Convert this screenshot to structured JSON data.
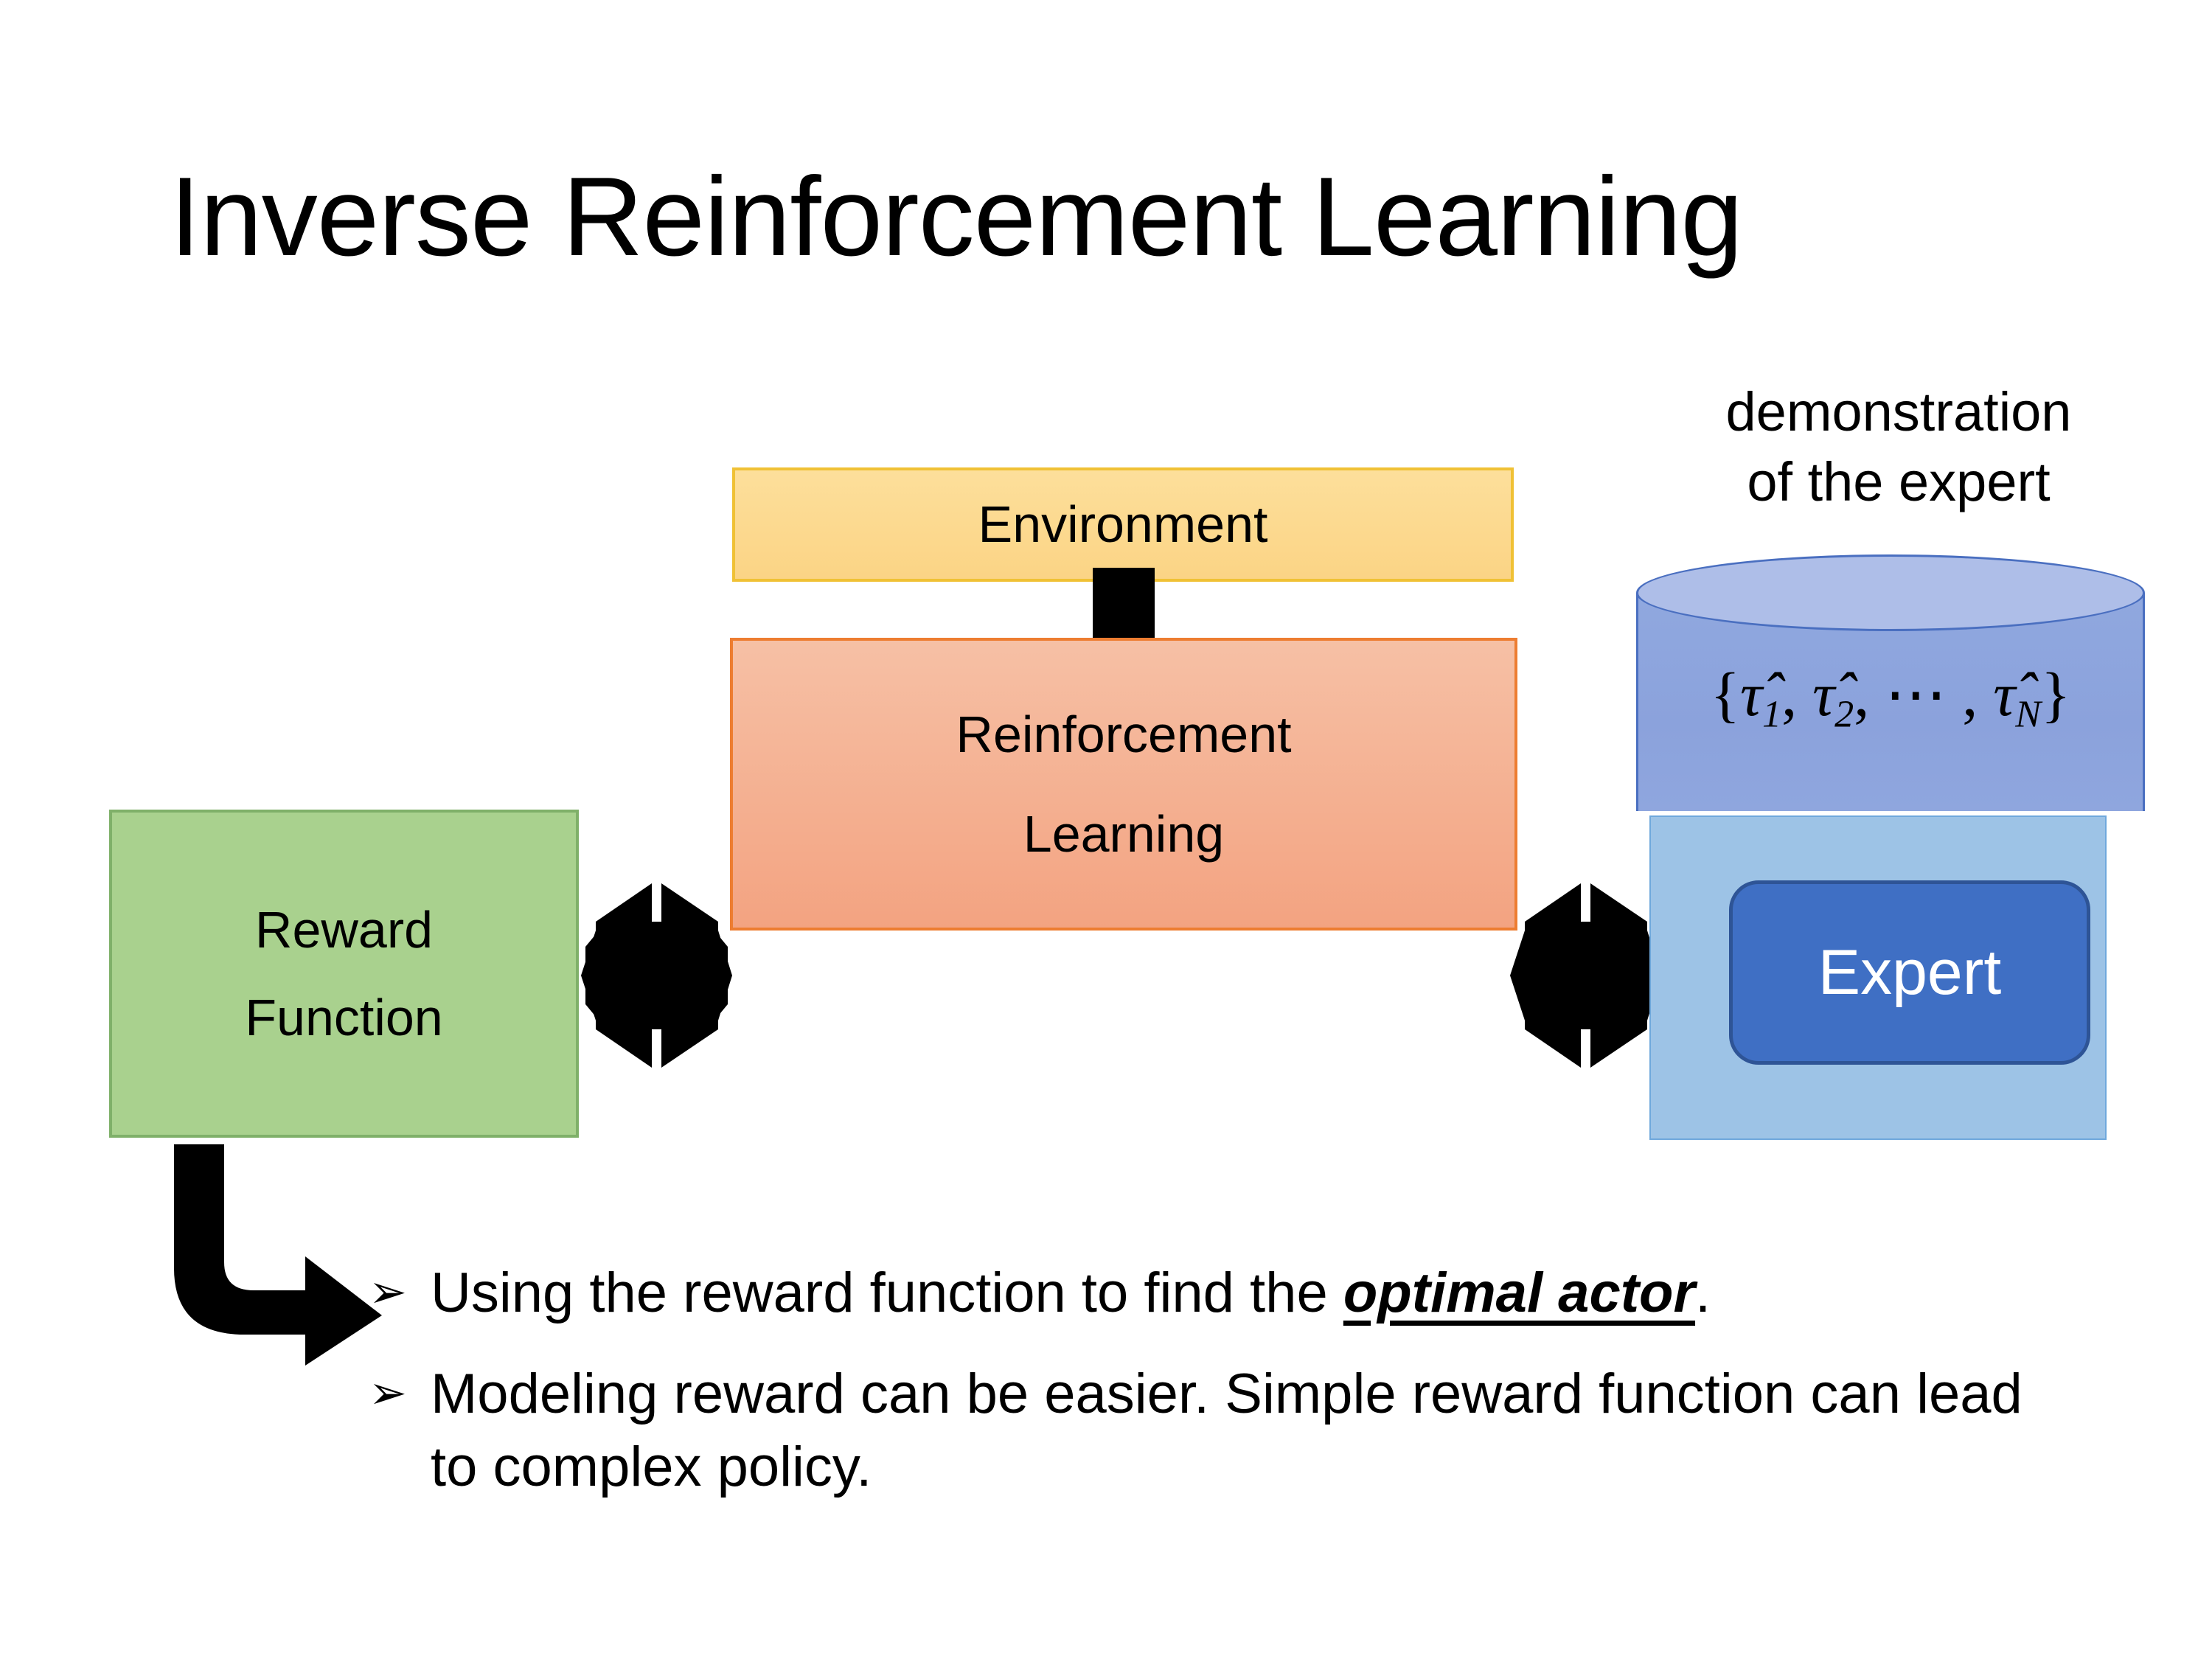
{
  "slide": {
    "title": "Inverse Reinforcement Learning",
    "background_color": "#FFFFFF"
  },
  "diagram": {
    "environment_box": {
      "label": "Environment",
      "fill_color": "#FBD485",
      "border_color": "#F0C135"
    },
    "rl_box": {
      "label_line1": "Reinforcement",
      "label_line2": "Learning",
      "fill_color": "#F3A381",
      "border_color": "#ED7D31"
    },
    "reward_box": {
      "label_line1": "Reward",
      "label_line2": "Function",
      "fill_color": "#A9D18E",
      "border_color": "#7FB069"
    },
    "expert_cluster": {
      "caption_line1": "demonstration",
      "caption_line2": "of the expert",
      "cylinder": {
        "formula_open": "{",
        "tau1": "τ̂",
        "sub1": "1",
        "sep1": ", ",
        "tau2": "τ̂",
        "sub2": "2",
        "sep2": ", ⋯ , ",
        "tauN": "τ̂",
        "subN": "N",
        "formula_close": "}",
        "fill_color": "#8BA2DC",
        "top_fill_color": "#AEBEE8",
        "border_color": "#4A6FC0"
      },
      "panel": {
        "fill_color": "#9DC3E6",
        "border_color": "#6FA8DC"
      },
      "expert_button": {
        "label": "Expert",
        "fill_color": "#3F6FC4",
        "border_color": "#2E5496",
        "text_color": "#FFFFFF"
      }
    },
    "arrows": {
      "env_to_rl": "down-arrow",
      "reward_rl_link": "quad-arrow",
      "rl_expert_link": "quad-arrow",
      "reward_to_bullets": "elbow-arrow",
      "color": "#000000"
    }
  },
  "bullets": [
    {
      "marker": "➢",
      "text_before": "Using the reward function to find the ",
      "emphasis": "optimal actor",
      "text_after": "."
    },
    {
      "marker": "➢",
      "text_before": "Modeling reward can be easier. Simple reward function can lead to complex policy.",
      "emphasis": "",
      "text_after": ""
    }
  ]
}
